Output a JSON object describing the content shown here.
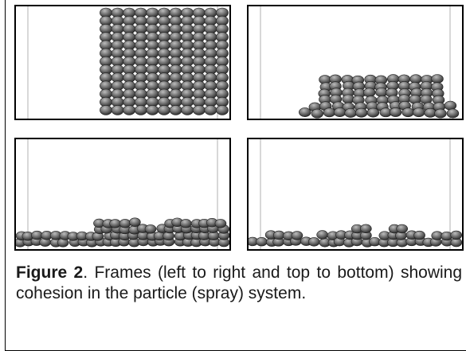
{
  "figure": {
    "panels": [
      {
        "id": "frame-1",
        "frame_index": 1
      },
      {
        "id": "frame-2",
        "frame_index": 2
      },
      {
        "id": "frame-3",
        "frame_index": 3
      },
      {
        "id": "frame-4",
        "frame_index": 4
      }
    ],
    "caption": {
      "label": "Figure 2",
      "text": ". Frames (left to right and top to bottom) showing cohesion in the particle (spray) system."
    },
    "colors": {
      "particle_dark": "#2e2e2e",
      "particle_mid": "#6e6e6e",
      "particle_light": "#bdbdbd",
      "frame_border": "#000000",
      "wall": "#d8d8d8"
    }
  }
}
